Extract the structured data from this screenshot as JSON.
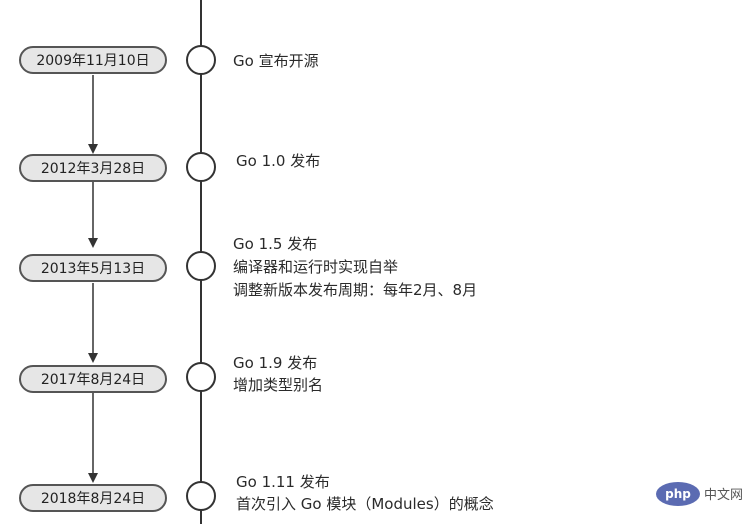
{
  "timeline": {
    "events": [
      {
        "date": "2009年11月10日",
        "lines": [
          "Go 宣布开源"
        ]
      },
      {
        "date": "2012年3月28日",
        "lines": [
          "Go 1.0 发布"
        ]
      },
      {
        "date": "2013年5月13日",
        "lines": [
          "Go 1.5 发布",
          "编译器和运行时实现自举",
          "调整新版本发布周期：每年2月、8月"
        ]
      },
      {
        "date": "2017年8月24日",
        "lines": [
          "Go 1.9 发布",
          "增加类型别名"
        ]
      },
      {
        "date": "2018年8月24日",
        "lines": [
          "Go 1.11 发布",
          "首次引入 Go 模块（Modules）的概念"
        ]
      }
    ]
  },
  "watermark": {
    "logo": "php",
    "text": "中文网",
    "logo_color": "#5b6bb2"
  },
  "colors": {
    "line": "#333333",
    "pill_fill": "#e6e6e6",
    "pill_stroke": "#555555"
  }
}
